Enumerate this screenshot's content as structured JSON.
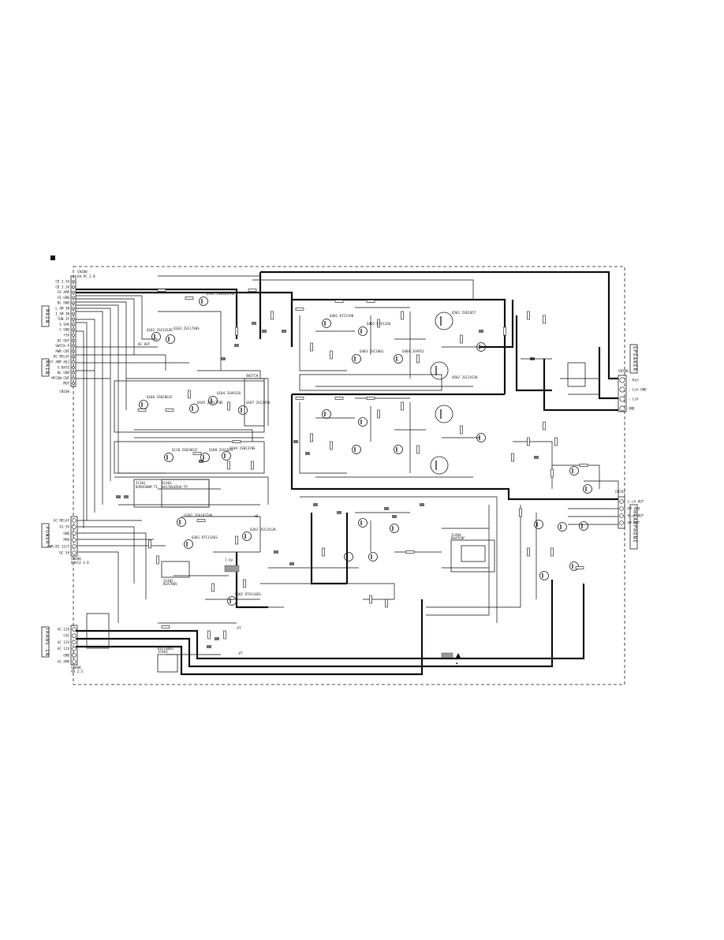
{
  "connectors": {
    "main_left": {
      "ref": "CN100",
      "header": "EH-PC 2.0",
      "pins": [
        "CD 3.3V",
        "CD 3.3V",
        "FE AMP",
        "FE GND",
        "BL GND",
        "L AM IN",
        "I AM IN",
        "TUN IF",
        "S SPK",
        "C GND",
        "+5V",
        "DC OUT",
        "SWTCH P",
        "PWR CNT",
        "DC RELAY",
        "CF AMP ADJ",
        "S BASS",
        "BL GND",
        "MFCON CNT",
        "MUT"
      ],
      "side_labels": [
        "MAIN",
        "MAIN"
      ]
    },
    "power": {
      "ref": "CN400",
      "header": "DHOCZ-3.0",
      "pins": [
        "AC RELAY",
        "A1 5V",
        "GND",
        "PMX",
        "PWR-BI 11CT",
        "DC 5V"
      ],
      "side_label": "POWER"
    },
    "trans_in": {
      "ref": "CN408",
      "header": "VH 2.5",
      "pins": [
        "AC 12V",
        "CAC",
        "AC 12V",
        "AC 12V",
        "GND",
        "AC AMP"
      ],
      "side_label": "TRANS IN"
    },
    "speaker": {
      "ref": "CN700",
      "header": "VH 2.5",
      "pins": [
        "- Rch",
        "- Lch GND",
        "- Lch",
        "GND"
      ],
      "side_label": "SPEAKER"
    },
    "headphone": {
      "ref": "CN701",
      "header": "VH 2.5",
      "pins": [
        "L-ch OUT",
        "HP GND",
        "R-ch OUT",
        "HP DET"
      ],
      "side_label": "HEADPHONE"
    }
  },
  "ics": [
    {
      "ref": "IC301",
      "part": "NJM4580M-T1"
    },
    {
      "ref": "IC401",
      "part": "HA178L05UA-TP"
    },
    {
      "ref": "IC402",
      "part": "KIA7805"
    },
    {
      "ref": "IC403",
      "part": "KIA78R05"
    },
    {
      "ref": "IC404",
      "part": "BA4558F"
    }
  ],
  "transistors": [
    "Q101 2SA1037AK",
    "Q102 2SC2412K",
    "Q103 2SC1740S",
    "Q104 2SA933S",
    "Q105 2SB1370E",
    "Q106 2SD2061F",
    "Q107 2SC2458",
    "Q108 2SA1015",
    "Q109 2SB1370E",
    "Q110 2SD2061F",
    "Q201 2SA1037AK",
    "Q202 2SC2412K",
    "Q301 DTC114ES",
    "Q302 DTA114ES",
    "Q401 KTC3198",
    "Q402 KTA1266",
    "Q403 2SC2001",
    "Q404 2SA952",
    "Q501 2SD1857",
    "Q502 2SC2412K"
  ],
  "annotations": {
    "dc_out_label": "DC OUT",
    "line_7k": "7.5V",
    "plus_b": "+B",
    "minus_vt": "-VT",
    "safety_note": "▲",
    "switch_label": "SWITCH"
  },
  "footer_ref": "CN100"
}
